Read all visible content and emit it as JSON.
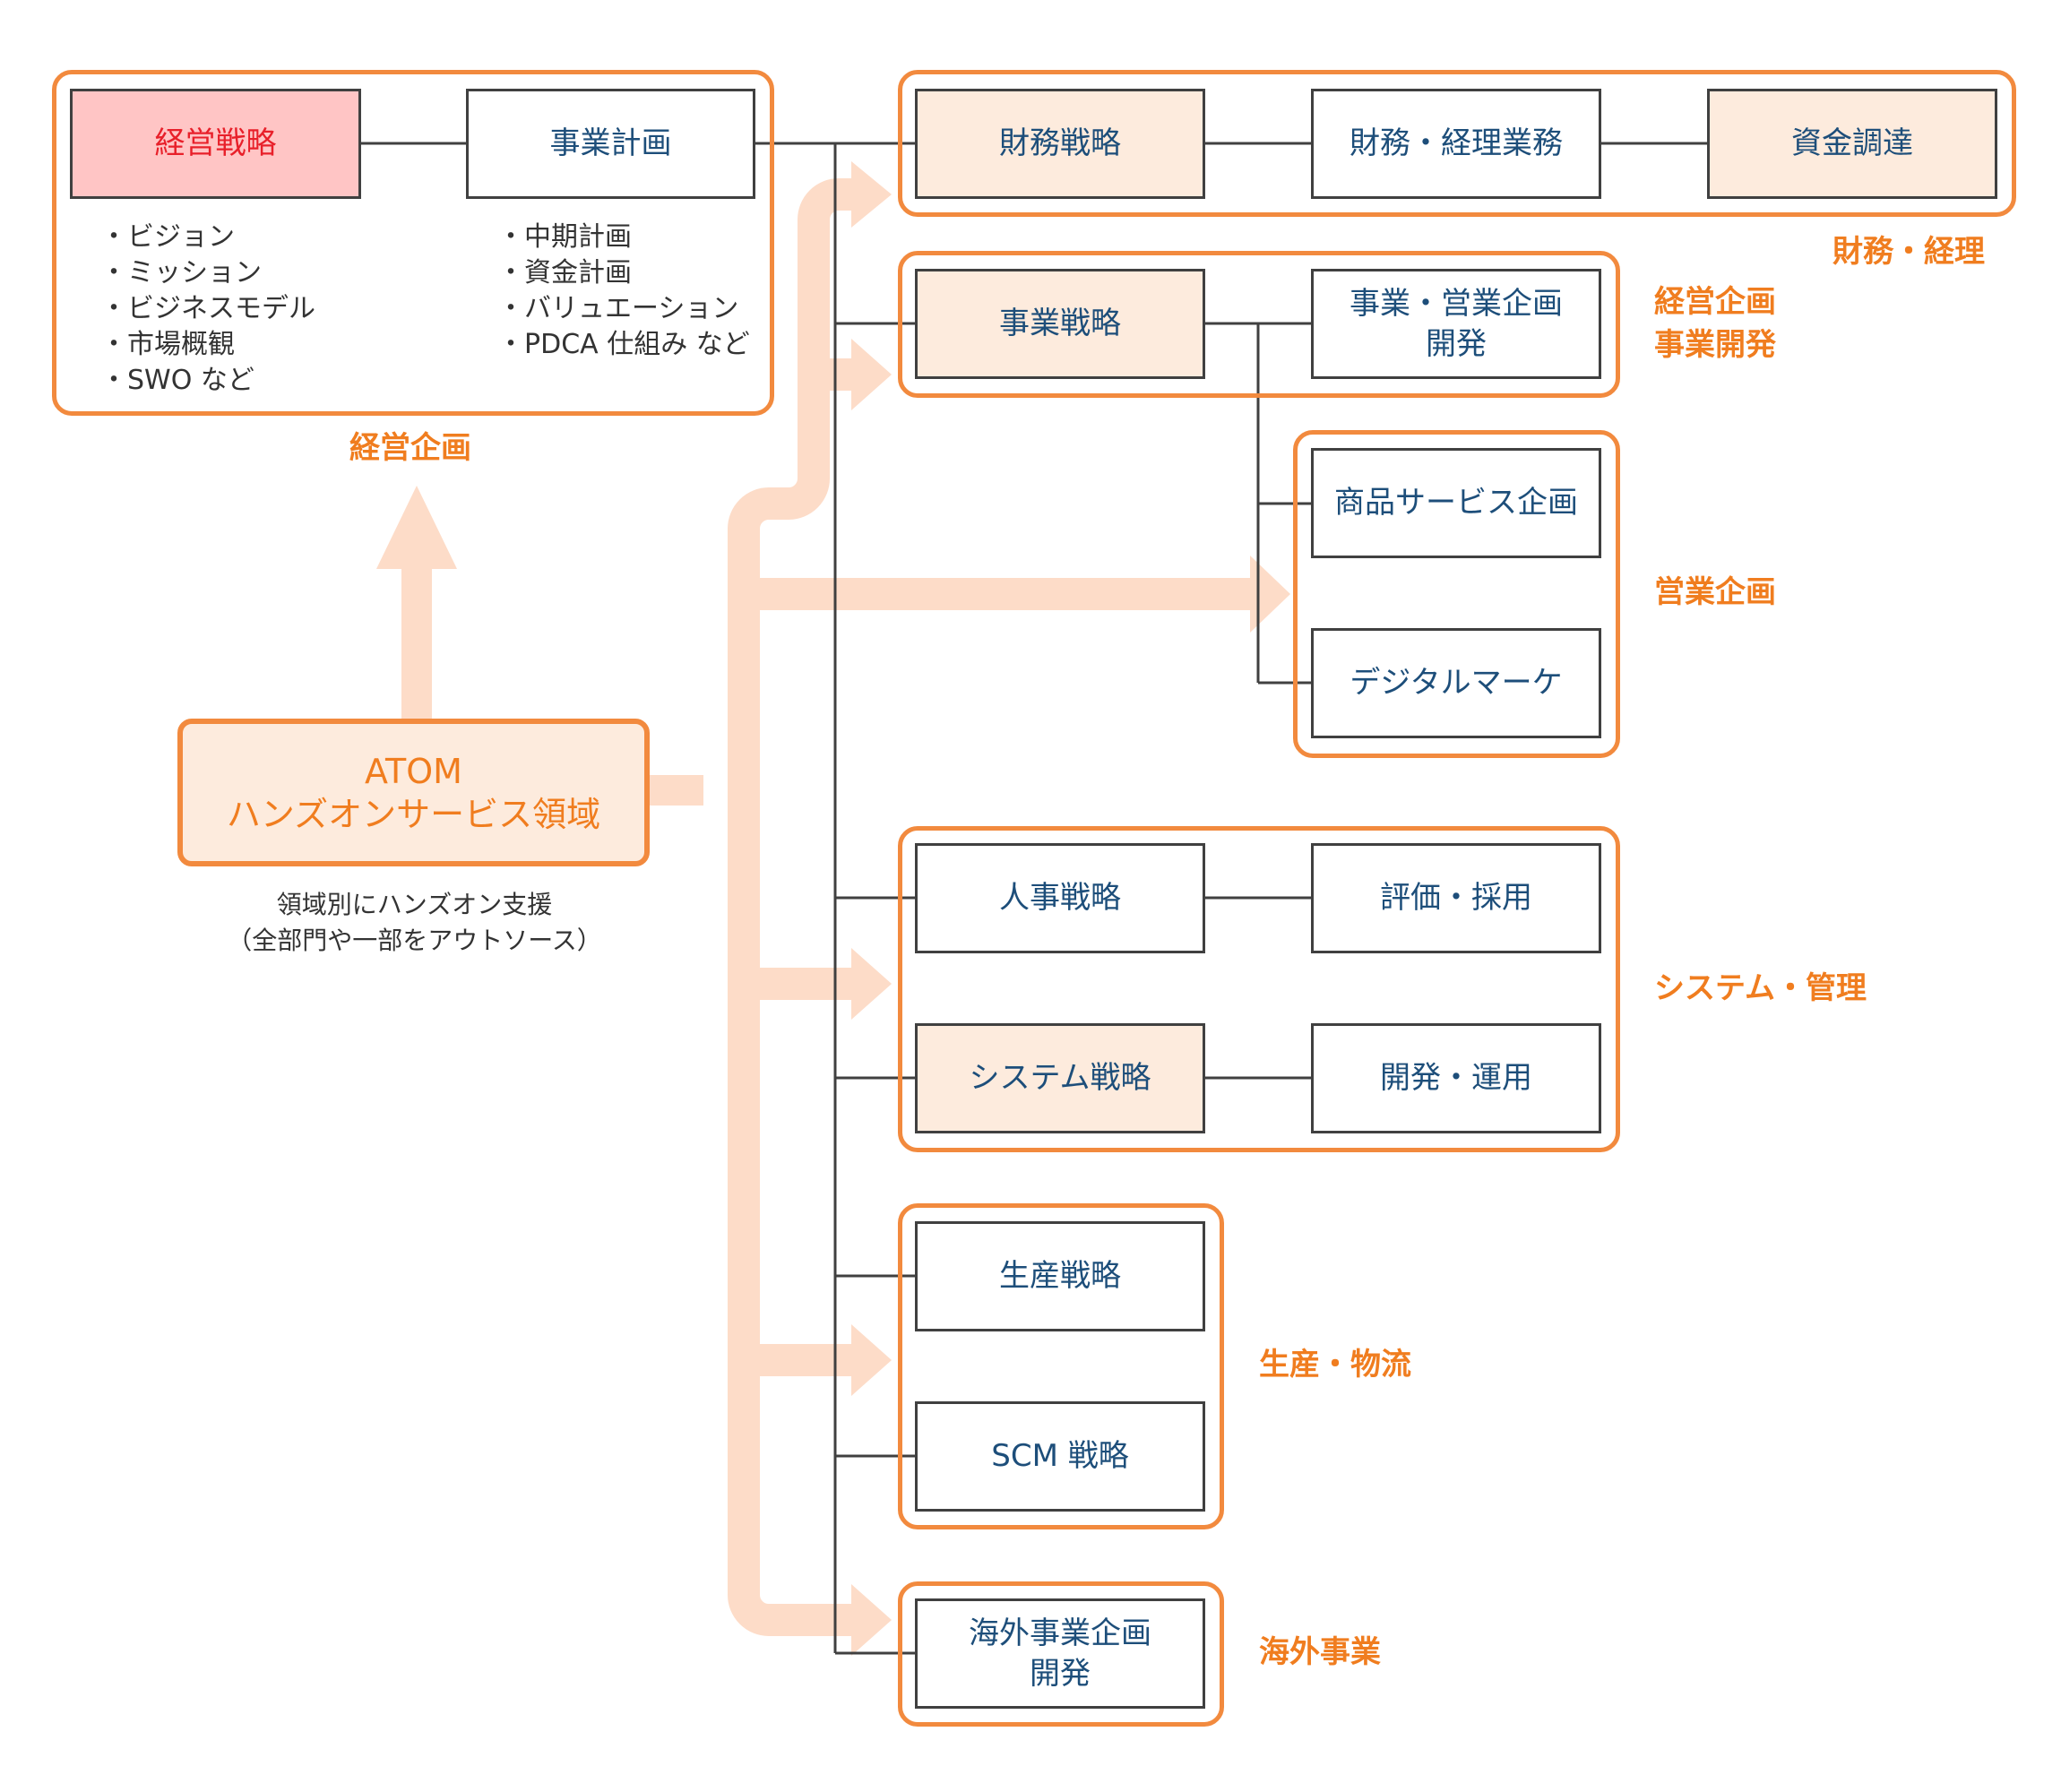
{
  "colors": {
    "accent": "#f28a3e",
    "label": "#f07d1f",
    "arrow": "#fddcc8",
    "box_fill": "#fdebdd",
    "highlight_fill": "#ffc5c5",
    "highlight_text": "#e8202a",
    "node_text": "#1d4e7a",
    "line": "#404040"
  },
  "management": {
    "strategy_label": "経営戦略",
    "plan_label": "事業計画",
    "strategy_bullets": [
      "ビジョン",
      "ミッション",
      "ビジネスモデル",
      "市場概観",
      "SWO など"
    ],
    "plan_bullets": [
      "中期計画",
      "資金計画",
      "バリュエーション",
      "PDCA 仕組み など"
    ],
    "group_label": "経営企画"
  },
  "atom": {
    "line1": "ATOM",
    "line2": "ハンズオンサービス領域",
    "note_line1": "領域別にハンズオン支援",
    "note_line2": "（全部門や一部をアウトソース）"
  },
  "finance": {
    "nodes": [
      "財務戦略",
      "財務・経理業務",
      "資金調達"
    ],
    "group_label": "財務・経理"
  },
  "business": {
    "strategy": "事業戦略",
    "planning": "事業・営業企画\n開発",
    "group_label": "経営企画\n事業開発"
  },
  "sales": {
    "product": "商品サービス企画",
    "digital": "デジタルマーケ",
    "group_label": "営業企画"
  },
  "system": {
    "hr": "人事戦略",
    "hr_sub": "評価・採用",
    "sys": "システム戦略",
    "sys_sub": "開発・運用",
    "group_label": "システム・管理"
  },
  "production": {
    "prod": "生産戦略",
    "scm": "SCM 戦略",
    "group_label": "生産・物流"
  },
  "overseas": {
    "node": "海外事業企画\n開発",
    "group_label": "海外事業"
  }
}
